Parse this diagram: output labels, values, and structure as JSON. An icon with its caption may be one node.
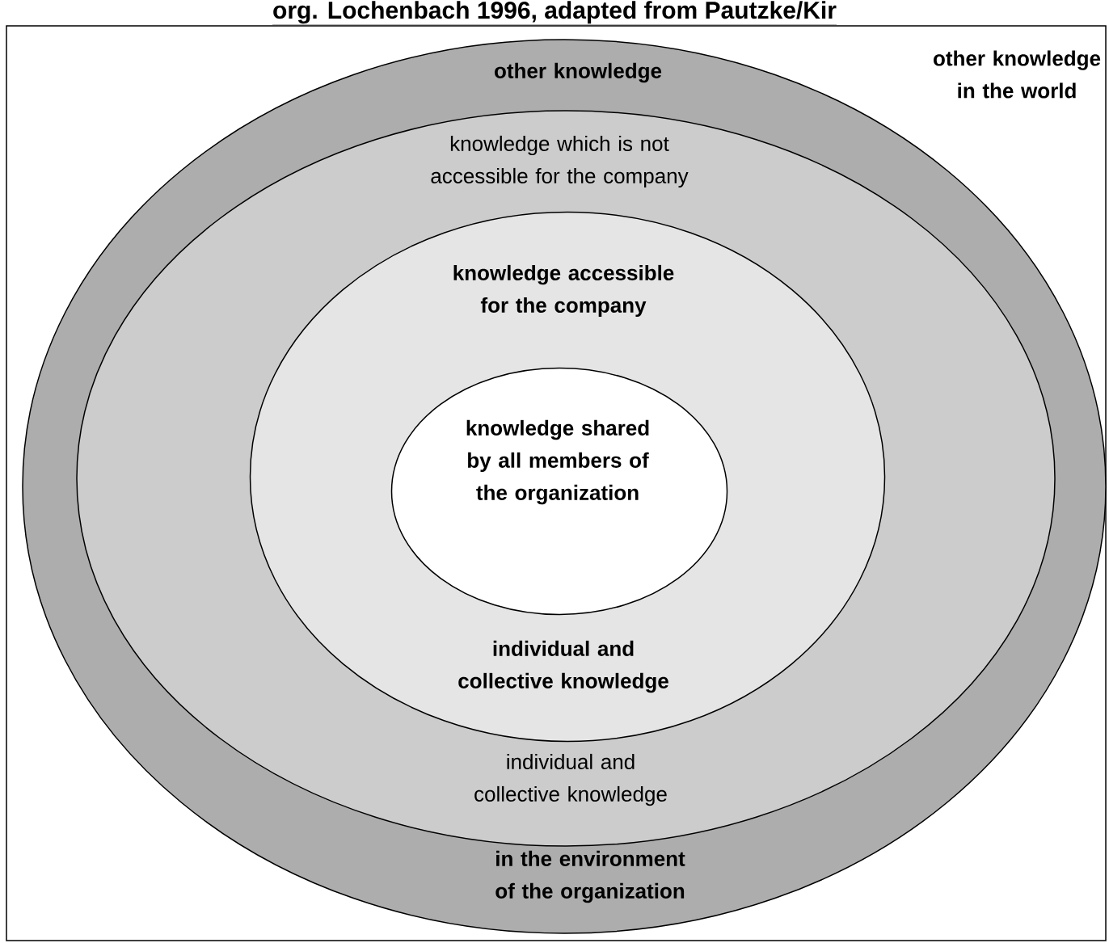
{
  "diagram": {
    "title": "org. Lochenbach 1996, adapted from Pautzke/Kir",
    "nodes": [
      {
        "text": [
          "other knowledge in the world"
        ]
      },
      {
        "text": [
          "other knowledge",
          "in the environment of the organization"
        ],
        "in": 0
      },
      {
        "text": [
          "knowledge which is not accessible for the company",
          "individual and collective knowledge"
        ],
        "in": 1
      },
      {
        "text": [
          "knowledge accessible for the company",
          "individual and collective knowledge"
        ],
        "in": 2
      },
      {
        "text": [
          "knowledge shared by all members of the organization"
        ],
        "in": 3
      }
    ]
  }
}
